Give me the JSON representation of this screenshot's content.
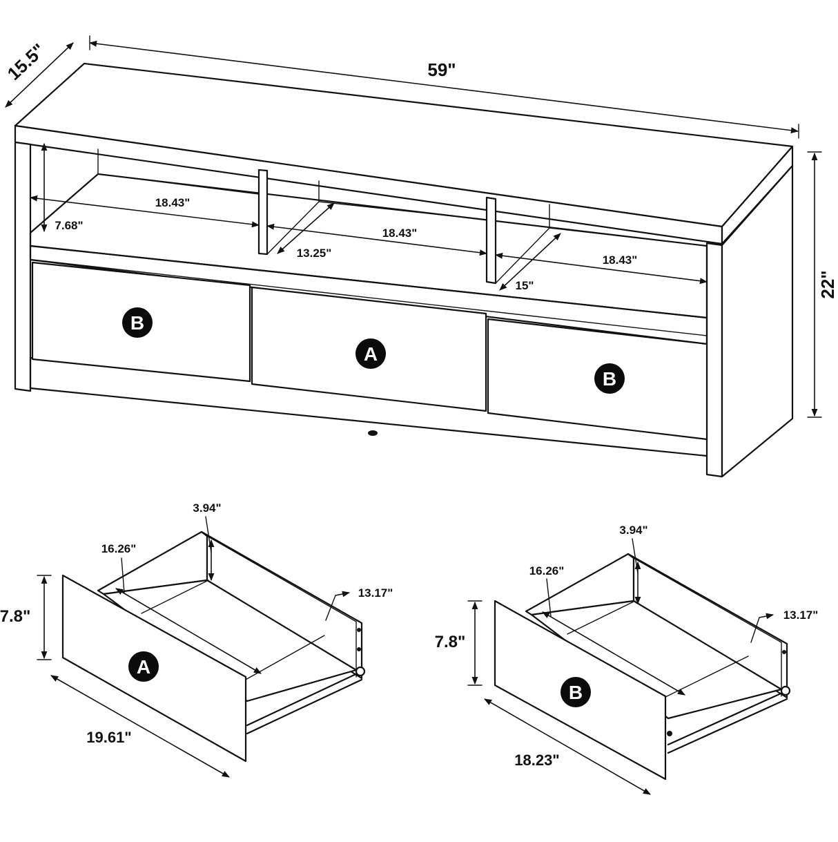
{
  "console": {
    "overall_width": "59\"",
    "overall_depth": "15.5\"",
    "overall_height": "22\"",
    "shelf_left_width": "18.43\"",
    "shelf_left_height": "7.68\"",
    "shelf_middle_width": "18.43\"",
    "shelf_middle_depth": "13.25\"",
    "shelf_right_width": "18.43\"",
    "shelf_right_depth": "15\""
  },
  "drawer_labels": {
    "left": "B",
    "center": "A",
    "right": "B"
  },
  "drawer_a": {
    "label": "A",
    "front_width": "19.61\"",
    "height": "7.8\"",
    "inner_depth": "16.26\"",
    "inner_height": "3.94\"",
    "inner_width": "13.17\""
  },
  "drawer_b": {
    "label": "B",
    "front_width": "18.23\"",
    "height": "7.8\"",
    "inner_depth": "16.26\"",
    "inner_height": "3.94\"",
    "inner_width": "13.17\""
  }
}
